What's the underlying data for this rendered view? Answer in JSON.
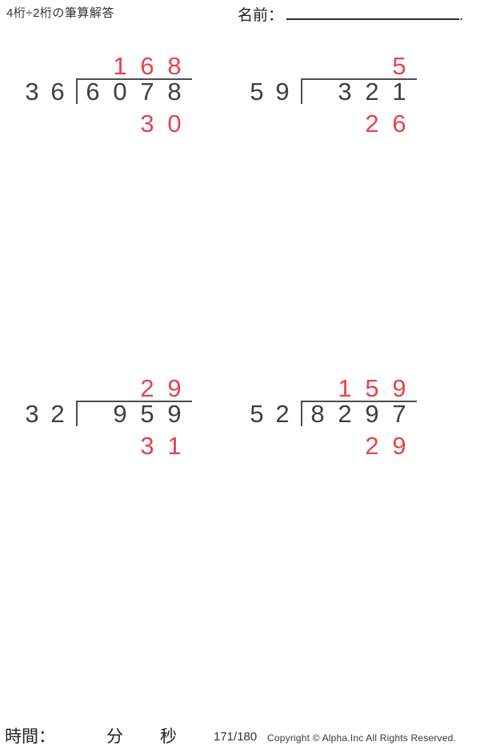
{
  "header": {
    "title": "4桁÷2桁の筆算解答",
    "name_label": "名前：",
    "name_suffix": "."
  },
  "colors": {
    "answer_red": "#e64250",
    "ink_gray": "#3f3f3f"
  },
  "problems": [
    {
      "divisor": "36",
      "dividend": "6078",
      "quotient": "168",
      "remainder": "30"
    },
    {
      "divisor": "59",
      "dividend": "321",
      "quotient": "5",
      "remainder": "26"
    },
    {
      "divisor": "32",
      "dividend": "959",
      "quotient": "29",
      "remainder": "31"
    },
    {
      "divisor": "52",
      "dividend": "8297",
      "quotient": "159",
      "remainder": "29"
    }
  ],
  "footer": {
    "time_label": "時間：",
    "minutes_label": "分",
    "seconds_label": "秒",
    "page_number": "171/180",
    "copyright": "Copyright © Alpha.Inc All Rights Reserved."
  }
}
